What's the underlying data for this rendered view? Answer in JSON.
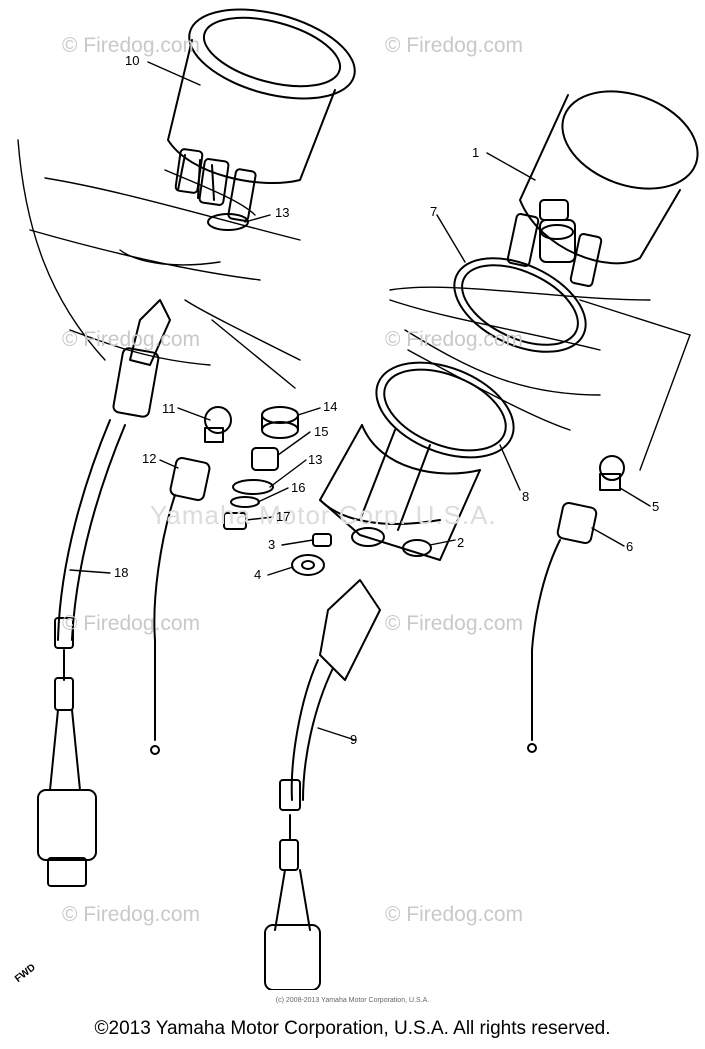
{
  "watermarks": {
    "firedog": "© Firedog.com",
    "yamaha": "Yamaha Motor Corp. U.S.A."
  },
  "callouts": [
    "1",
    "2",
    "3",
    "4",
    "5",
    "6",
    "7",
    "8",
    "9",
    "10",
    "11",
    "12",
    "13",
    "13",
    "14",
    "15",
    "16",
    "17",
    "18"
  ],
  "fwd_label": "FWD",
  "fine_print": "(c) 2008-2013 Yamaha Motor Corporation, U.S.A.",
  "footer": "©2013 Yamaha Motor Corporation, U.S.A. All rights reserved."
}
